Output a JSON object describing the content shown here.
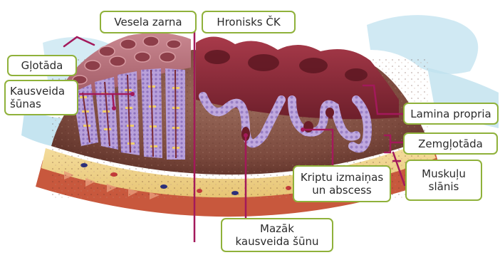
{
  "labels": {
    "healthy_colon": "Vesela zarna",
    "chronic_uc": "Hronisks ČK",
    "mucosa": "Gļotāda",
    "goblet_cells": "Kausveida\nšūnas",
    "lamina_propria": "Lamina propria",
    "submucosa": "Zemgļotāda",
    "muscle_layer": "Muskuļu\nslānis",
    "crypt_changes": "Kriptu izmaiņas\nun abscess",
    "fewer_goblet_cells": "Mazāk\nkausveida šūnu"
  },
  "colors": {
    "label_border": "#8fb13a",
    "pointer_line": "#a3195b",
    "mucus_blue": "#bfe1ee",
    "crypt_purple": "#b49ad6"
  },
  "icons": {
    "illustration": "colon-cross-section-illustration"
  }
}
